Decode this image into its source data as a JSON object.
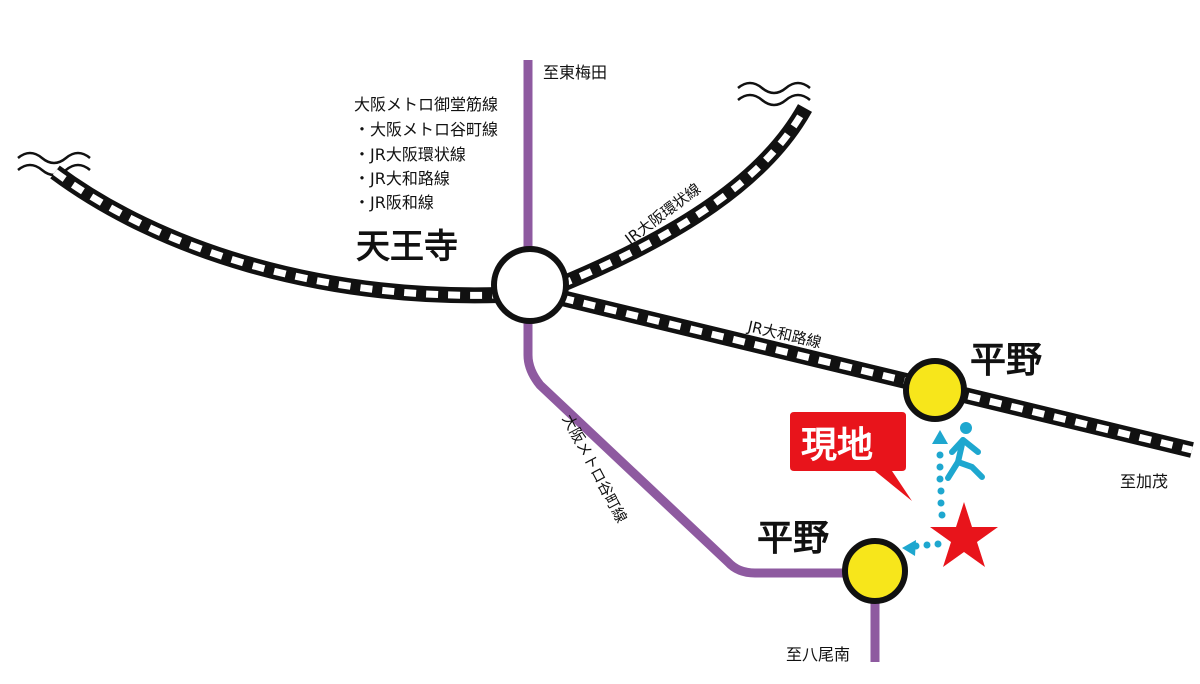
{
  "map": {
    "colors": {
      "metro": "#8e5aa0",
      "rail": "#111111",
      "station": "#f7e61b",
      "accent": "#e8141b",
      "walk": "#1ea7cf"
    },
    "terminus_labels": {
      "north": "至東梅田",
      "east": "至加茂",
      "south": "至八尾南"
    },
    "tennoji": {
      "name": "天王寺",
      "lines": [
        "大阪メトロ御堂筋線",
        "・大阪メトロ谷町線",
        "・JR大阪環状線",
        "・JR大和路線",
        "・JR阪和線"
      ]
    },
    "line_labels": {
      "loop": "JR大阪環状線",
      "yamatoji": "JR大和路線",
      "tanimachi": "大阪メトロ谷町線"
    },
    "hirano_jr": {
      "name": "平野"
    },
    "hirano_metro": {
      "name": "平野"
    },
    "site": {
      "label": "現地",
      "icon": "star-icon",
      "walk_icon": "pedestrian-icon"
    }
  }
}
